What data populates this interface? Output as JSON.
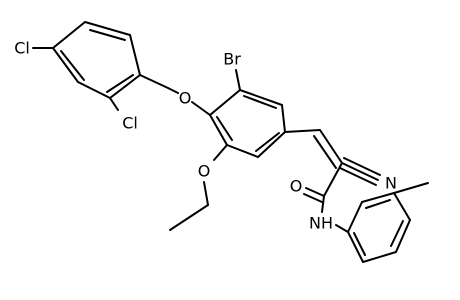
{
  "molecule": {
    "atoms": {
      "cl_top": "Cl",
      "cl_bottom": "Cl",
      "br": "Br",
      "o_benzyloxy": "O",
      "o_ethoxy": "O",
      "o_carbonyl": "O",
      "n_nitrile": "N",
      "nh_amide": "NH"
    }
  },
  "colors": {
    "bond": "#000000",
    "label": "#000000",
    "background": "#ffffff"
  }
}
